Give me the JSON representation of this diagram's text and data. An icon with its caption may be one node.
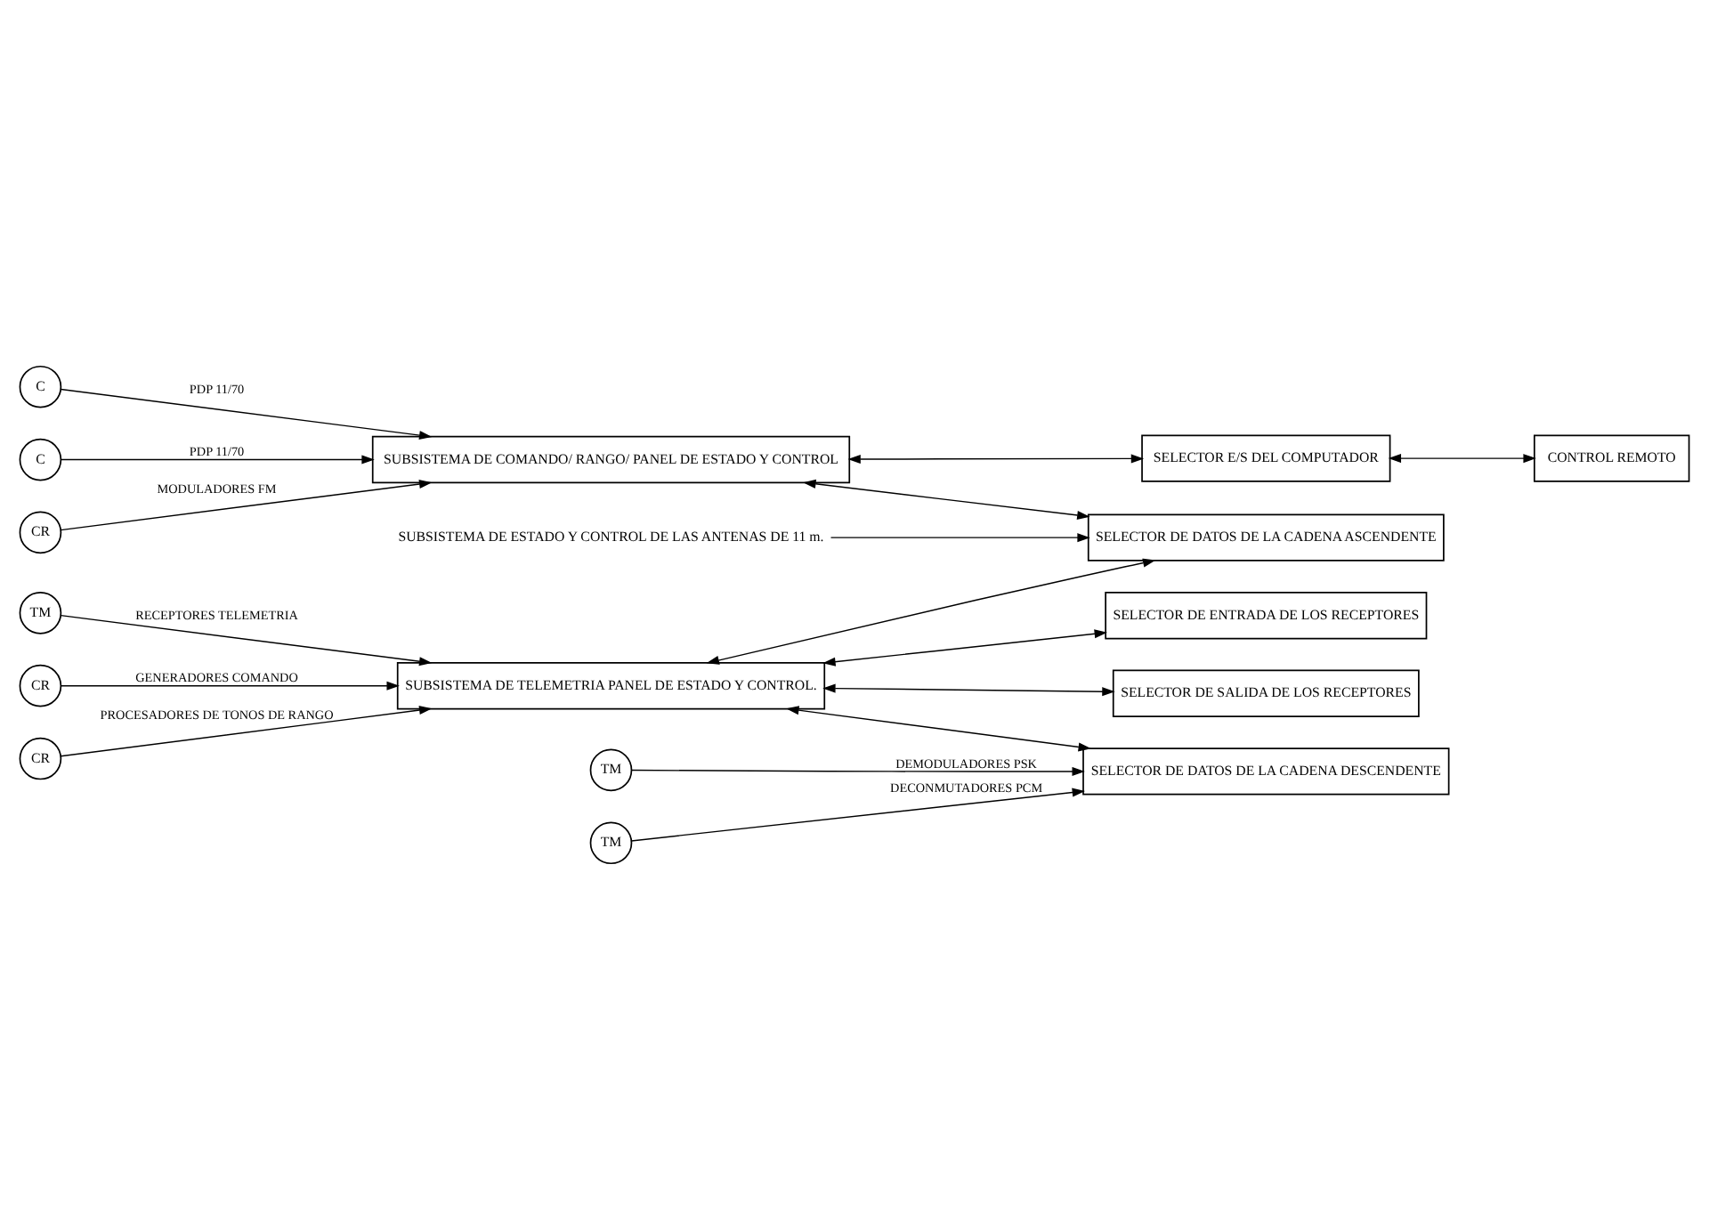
{
  "diagram": {
    "nodes": [
      {
        "text": [
          "C"
        ]
      },
      {
        "text": [
          "C"
        ]
      },
      {
        "text": [
          "CR"
        ]
      },
      {
        "text": [
          "SUBSISTEMA DE COMANDO/ RANGO/ PANEL DE ESTADO Y CONTROL"
        ]
      },
      {
        "text": [
          "SELECTOR E/S DEL COMPUTADOR"
        ]
      },
      {
        "text": [
          "CONTROL REMOTO"
        ]
      },
      {
        "text": [
          "SELECTOR DE DATOS DE LA CADENA ASCENDENTE"
        ]
      },
      {
        "text": [
          "SUBSISTEMA DE ESTADO Y CONTROL DE LAS ANTENAS DE 11 m."
        ]
      },
      {
        "text": [
          "TM"
        ]
      },
      {
        "text": [
          "SUBSISTEMA DE TELEMETRIA PANEL DE ESTADO Y CONTROL."
        ]
      },
      {
        "text": [
          "CR"
        ]
      },
      {
        "text": [
          "CR"
        ]
      },
      {
        "text": [
          "SELECTOR DE ENTRADA DE LOS RECEPTORES"
        ]
      },
      {
        "text": [
          "SELECTOR DE SALIDA DE LOS RECEPTORES"
        ]
      },
      {
        "text": [
          "SELECTOR DE DATOS DE LA CADENA DESCENDENTE"
        ]
      },
      {
        "text": [
          "TM"
        ]
      },
      {
        "text": [
          "TM"
        ]
      }
    ],
    "edges": [
      {
        "from": 0,
        "to": 3,
        "arrow": "to",
        "label": "PDP 11/70"
      },
      {
        "from": 1,
        "to": 3,
        "arrow": "to",
        "label": "PDP 11/70"
      },
      {
        "from": 2,
        "to": 3,
        "arrow": "to",
        "label": "MODULADORES FM"
      },
      {
        "from": 3,
        "to": 4,
        "arrow": "both"
      },
      {
        "from": 4,
        "to": 5,
        "arrow": "both"
      },
      {
        "from": 3,
        "to": 6,
        "arrow": "both"
      },
      {
        "from": 7,
        "to": 6,
        "arrow": "to"
      },
      {
        "from": 9,
        "to": 6,
        "arrow": "both"
      },
      {
        "from": 8,
        "to": 9,
        "arrow": "to",
        "label": "RECEPTORES TELEMETRIA"
      },
      {
        "from": 10,
        "to": 9,
        "arrow": "to",
        "label": "GENERADORES COMANDO"
      },
      {
        "from": 11,
        "to": 9,
        "arrow": "to",
        "label": "PROCESADORES DE TONOS DE RANGO"
      },
      {
        "from": 9,
        "to": 12,
        "arrow": "both"
      },
      {
        "from": 9,
        "to": 13,
        "arrow": "both"
      },
      {
        "from": 9,
        "to": 14,
        "arrow": "both"
      },
      {
        "from": 15,
        "to": 14,
        "arrow": "to",
        "label": "DEMODULADORES PSK"
      },
      {
        "from": 16,
        "to": 14,
        "arrow": "to",
        "label": "DECONMUTADORES PCM"
      }
    ]
  }
}
